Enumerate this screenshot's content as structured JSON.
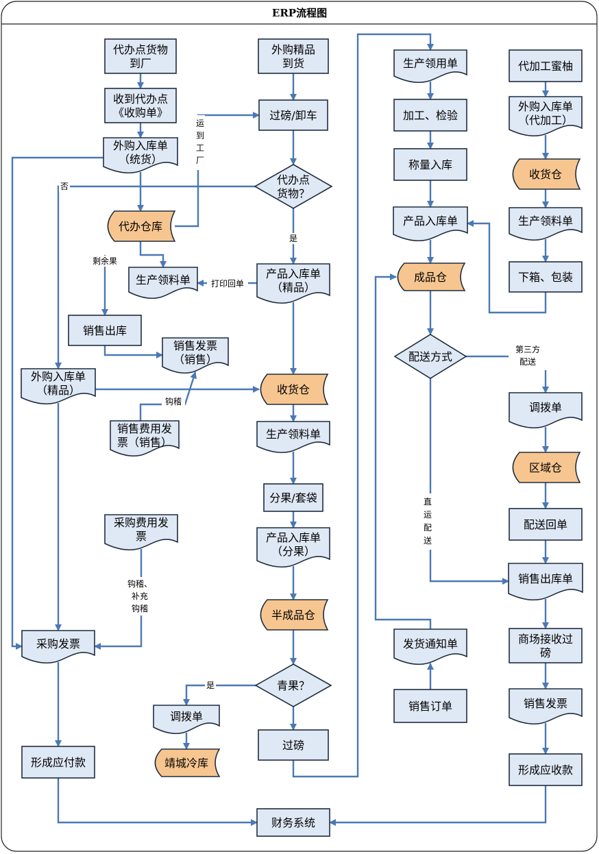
{
  "title": "ERP流程图",
  "nodes": {
    "n1": [
      "代办点货物",
      "到厂"
    ],
    "n2": [
      "收到代办点",
      "《收购单》"
    ],
    "n3": [
      "外购入库单",
      "（统货）"
    ],
    "n4": [
      "代办仓库"
    ],
    "n5": [
      "生产领料单"
    ],
    "n6": [
      "销售出库"
    ],
    "n7": [
      "销售发票",
      "（销售）"
    ],
    "n8": [
      "外购入库单",
      "（精品）"
    ],
    "n9": [
      "销售费用发",
      "票（销售）"
    ],
    "n10": [
      "采购费用发",
      "票"
    ],
    "n11": [
      "采购发票"
    ],
    "n12": [
      "形成应付款"
    ],
    "c1": [
      "外购精品",
      "到货"
    ],
    "c2": [
      "过磅/卸车"
    ],
    "c3": [
      "代办点",
      "货物？"
    ],
    "c4": [
      "产品入库单",
      "（精品）"
    ],
    "c5": [
      "收货仓"
    ],
    "c6": [
      "生产领料单"
    ],
    "c7": [
      "分果/套袋"
    ],
    "c8": [
      "产品入库单",
      "（分果）"
    ],
    "c9": [
      "半成品仓"
    ],
    "c10": [
      "青果？"
    ],
    "c11": [
      "调拨单"
    ],
    "c12": [
      "靖城冷库"
    ],
    "c13": [
      "过磅"
    ],
    "c14": [
      "财务系统"
    ],
    "m1": [
      "生产领用单"
    ],
    "m2": [
      "加工、检验"
    ],
    "m3": [
      "称量入库"
    ],
    "m4": [
      "产品入库单"
    ],
    "m5": [
      "成品仓"
    ],
    "m6": [
      "配送方式"
    ],
    "m7": [
      "发货通知单"
    ],
    "m8": [
      "销售订单"
    ],
    "r1": [
      "代加工蜜柚"
    ],
    "r2": [
      "外购入库单",
      "（代加工）"
    ],
    "r3": [
      "收货仓"
    ],
    "r4": [
      "生产领料单"
    ],
    "r5": [
      "下箱、包装"
    ],
    "r6": [
      "调拨单"
    ],
    "r7": [
      "区域仓"
    ],
    "r8": [
      "配送回单"
    ],
    "r9": [
      "销售出库单"
    ],
    "r10": [
      "商场接收过",
      "磅"
    ],
    "r11": [
      "销售发票"
    ],
    "r12": [
      "形成应收款"
    ]
  },
  "edge_labels": {
    "transport": [
      "运",
      "到",
      "工",
      "厂"
    ],
    "no": "否",
    "yes": "是",
    "surplus": "剩余果",
    "print": "打印回单",
    "hook": "钩稽",
    "hook_add": [
      "钩稽、",
      "补充",
      "钩稽"
    ],
    "yes2": "是",
    "third_party": [
      "第三方",
      "配送"
    ],
    "direct": [
      "直",
      "运",
      "配",
      "送"
    ]
  }
}
